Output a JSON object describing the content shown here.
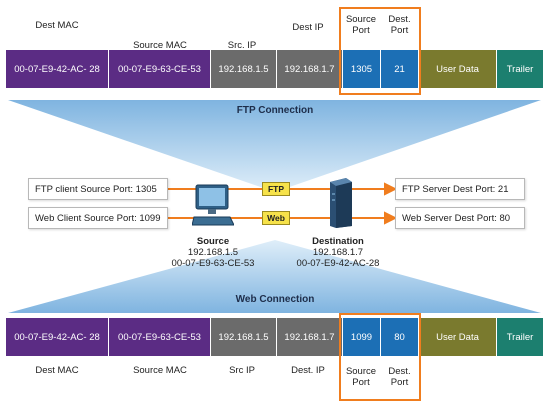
{
  "colors": {
    "mac": "#5b2c84",
    "ip": "#6b6b6b",
    "port": "#1c6fb5",
    "user_data": "#7a7a2e",
    "trailer": "#1c7f6f",
    "highlight": "#f07d1e",
    "arrow": "#f07d1e"
  },
  "top_frame": {
    "labels": {
      "dest_mac": "Dest MAC",
      "source_mac": "Source MAC",
      "src_ip": "Src. IP",
      "dest_ip": "Dest IP",
      "source_port": "Source\nPort",
      "dest_port": "Dest.\nPort"
    },
    "cells": {
      "dest_mac": "00-07-E9-42-AC- 28",
      "source_mac": "00-07-E9-63-CE-53",
      "src_ip": "192.168.1.5",
      "dest_ip": "192.168.1.7",
      "source_port": "1305",
      "dest_port": "21",
      "user_data": "User Data",
      "trailer": "Trailer"
    }
  },
  "ftp_connection": "FTP Connection",
  "web_connection": "Web Connection",
  "left_boxes": {
    "ftp": "FTP client Source Port: 1305",
    "web": "Web Client Source Port: 1099"
  },
  "right_boxes": {
    "ftp": "FTP Server Dest Port: 21",
    "web": "Web Server Dest Port: 80"
  },
  "tags": {
    "ftp": "FTP",
    "web": "Web"
  },
  "source": {
    "title": "Source",
    "ip": "192.168.1.5",
    "mac": "00-07-E9-63-CE-53"
  },
  "destination": {
    "title": "Destination",
    "ip": "192.168.1.7",
    "mac": "00-07-E9-42-AC-28"
  },
  "bottom_frame": {
    "labels": {
      "dest_mac": "Dest MAC",
      "source_mac": "Source MAC",
      "src_ip": "Src IP",
      "dest_ip": "Dest. IP",
      "source_port": "Source\nPort",
      "dest_port": "Dest.\nPort"
    },
    "cells": {
      "dest_mac": "00-07-E9-42-AC- 28",
      "source_mac": "00-07-E9-63-CE-53",
      "src_ip": "192.168.1.5",
      "dest_ip": "192.168.1.7",
      "source_port": "1099",
      "dest_port": "80",
      "user_data": "User Data",
      "trailer": "Trailer"
    }
  }
}
